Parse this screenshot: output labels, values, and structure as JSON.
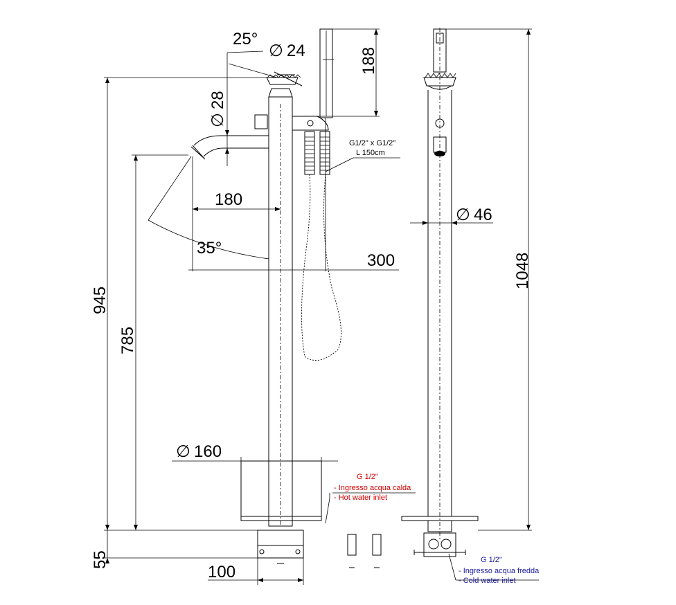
{
  "dimensions": {
    "d25": "25°",
    "d24": "24",
    "d188": "188",
    "d28": "28",
    "d180": "180",
    "d35": "35°",
    "d300": "300",
    "d945": "945",
    "d785": "785",
    "d160": "160",
    "d55": "55",
    "d100": "100",
    "d46": "46",
    "d1048": "1048"
  },
  "hose_label": {
    "line1": "G1/2\" x G1/2\"",
    "line2": "L 150cm"
  },
  "hot_inlet": {
    "line1": "G 1/2\"",
    "line2": "- Ingresso acqua calda",
    "line3": "- Hot water inlet"
  },
  "cold_inlet": {
    "line1": "G 1/2\"",
    "line2": "- Ingresso acqua fredda",
    "line3": "- Cold water inlet"
  },
  "colors": {
    "hot": "#d40000",
    "cold": "#1a1aa0"
  }
}
